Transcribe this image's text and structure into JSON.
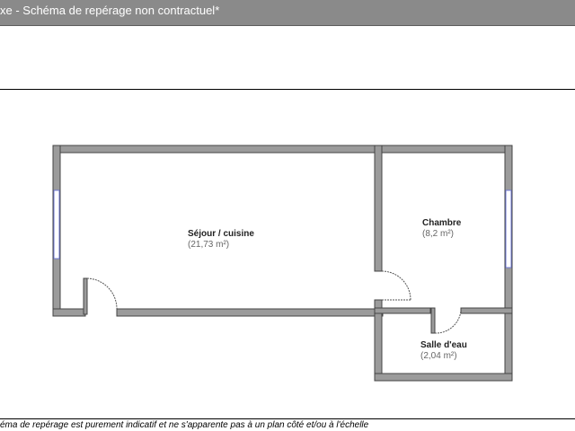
{
  "header": {
    "title": "xe - Schéma de repérage non contractuel*"
  },
  "plan": {
    "rooms": [
      {
        "name": "Séjour / cuisine",
        "area": "(21,73 m²)"
      },
      {
        "name": "Chambre",
        "area": "(8,2 m²)"
      },
      {
        "name": "Salle d'eau",
        "area": "(2,04 m²)"
      }
    ],
    "colors": {
      "wall_fill": "#9b9b9b",
      "wall_stroke": "#444444",
      "window": "#6f78d6",
      "door_arc": "#555555"
    }
  },
  "footer": {
    "disclaimer": "éma de repérage est purement indicatif et ne s'apparente pas à un plan côté et/ou à l'échelle"
  }
}
